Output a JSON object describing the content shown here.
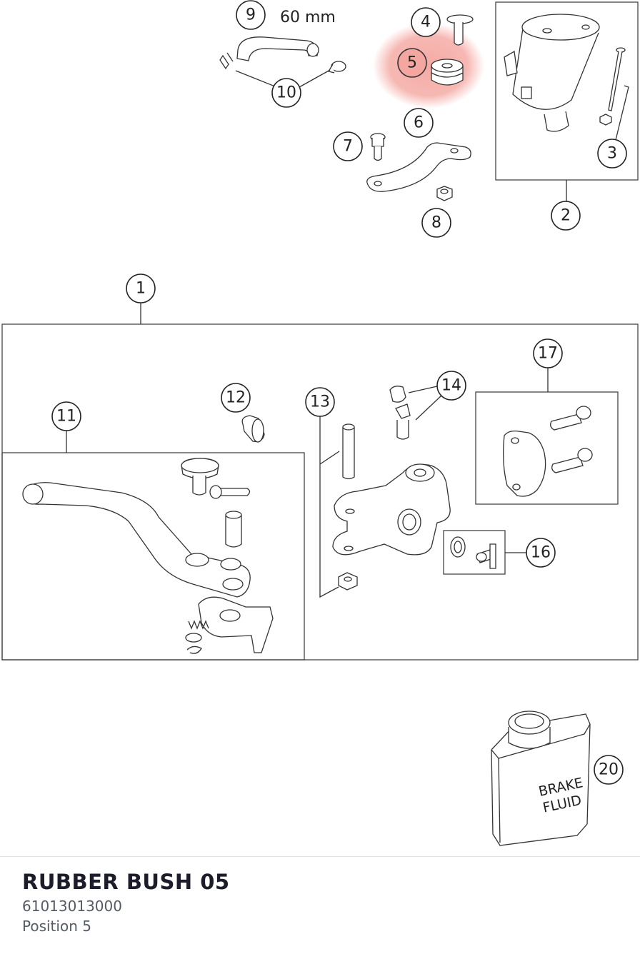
{
  "diagram": {
    "dimension_label": "60 mm",
    "highlight_color": "#f4a6a0",
    "callouts": {
      "c1": "1",
      "c2": "2",
      "c3": "3",
      "c4": "4",
      "c5": "5",
      "c6": "6",
      "c7": "7",
      "c8": "8",
      "c9": "9",
      "c10": "10",
      "c11": "11",
      "c12": "12",
      "c13": "13",
      "c14": "14",
      "c16": "16",
      "c17": "17",
      "c20": "20"
    },
    "can_label_line1": "BRAKE",
    "can_label_line2": "FLUID"
  },
  "selected_part": {
    "name": "RUBBER BUSH 05",
    "part_number": "61013013000",
    "position": "Position 5"
  }
}
